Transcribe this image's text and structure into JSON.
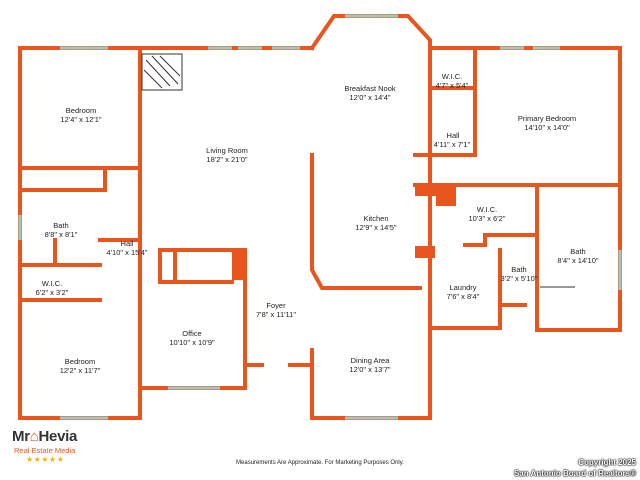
{
  "rooms": [
    {
      "name": "Bedroom",
      "dims": "12'4\" x 12'1\""
    },
    {
      "name": "Living Room",
      "dims": "18'2\" x 21'0\""
    },
    {
      "name": "Breakfast Nook",
      "dims": "12'0\" x 14'4\""
    },
    {
      "name": "W.I.C.",
      "dims": "4'7\" x 5'4\""
    },
    {
      "name": "Primary Bedroom",
      "dims": "14'10\" x 14'0\""
    },
    {
      "name": "Hall",
      "dims": "4'11\" x 7'1\""
    },
    {
      "name": "W.I.C.",
      "dims": "10'3\" x 6'2\""
    },
    {
      "name": "Kitchen",
      "dims": "12'9\" x 14'5\""
    },
    {
      "name": "Bath",
      "dims": "8'8\" x 8'1\""
    },
    {
      "name": "Hall",
      "dims": "4'10\" x 15'4\""
    },
    {
      "name": "Bath",
      "dims": "8'4\" x 14'10\""
    },
    {
      "name": "Bath",
      "dims": "3'2\" x 5'10\""
    },
    {
      "name": "W.I.C.",
      "dims": "6'2\" x 3'2\""
    },
    {
      "name": "Laundry",
      "dims": "7'6\" x 8'4\""
    },
    {
      "name": "Foyer",
      "dims": "7'8\" x 11'11\""
    },
    {
      "name": "Office",
      "dims": "10'10\" x 10'9\""
    },
    {
      "name": "Bedroom",
      "dims": "12'2\" x 11'7\""
    },
    {
      "name": "Dining Area",
      "dims": "12'0\" x 13'7\""
    }
  ],
  "logo": {
    "brand_prefix": "Mr",
    "brand_name": "Hevia",
    "tagline": "Real Estate Media",
    "stars": "★★★★★"
  },
  "footer": {
    "disclaimer": "Measurements Are Approximate. For Marketing Purposes Only.",
    "copyright_line1": "Copyright 2025",
    "copyright_line2": "San Antonio Board of Realtors®"
  },
  "colors": {
    "wall": "#e8561e",
    "window": "#9fc9c6",
    "background": "#ffffff"
  }
}
